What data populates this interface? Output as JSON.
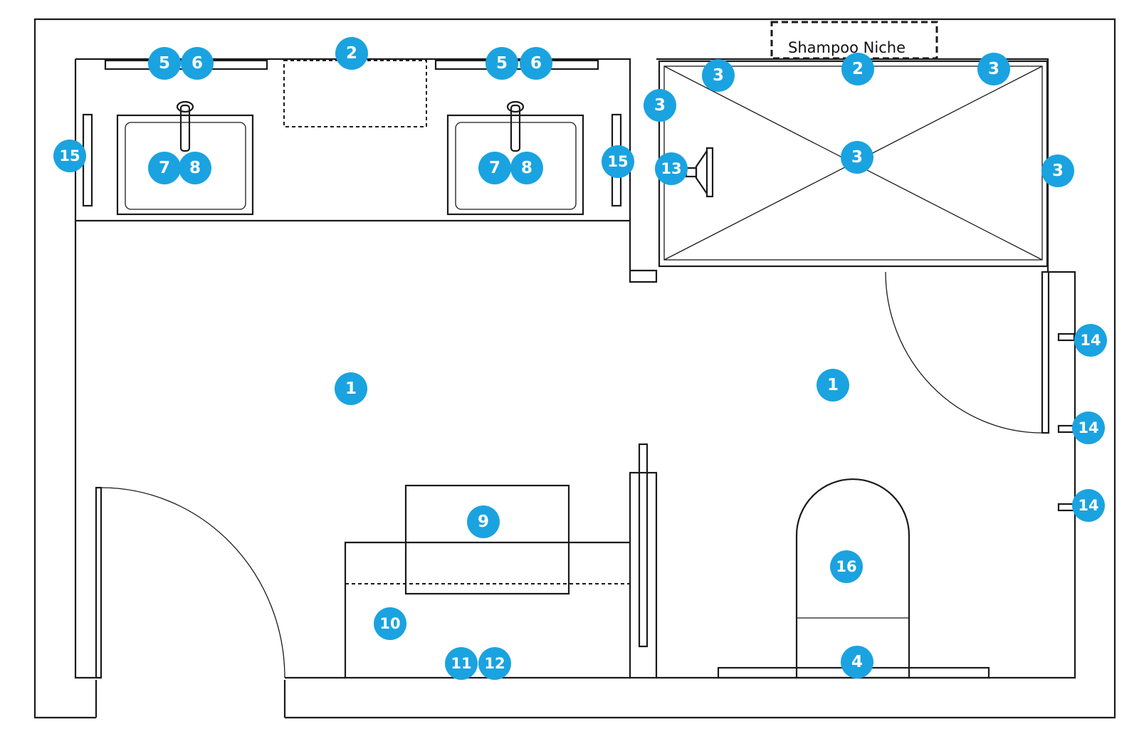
{
  "labels": {
    "shampoo_niche": "Shampoo Niche"
  },
  "colors": {
    "badge": "#1aa3e0",
    "badge_text": "#ffffff",
    "line": "#1a1a1a"
  },
  "callouts": [
    {
      "n": "1"
    },
    {
      "n": "1"
    },
    {
      "n": "2"
    },
    {
      "n": "2"
    },
    {
      "n": "3"
    },
    {
      "n": "3"
    },
    {
      "n": "3"
    },
    {
      "n": "3"
    },
    {
      "n": "3"
    },
    {
      "n": "4"
    },
    {
      "n": "5"
    },
    {
      "n": "6"
    },
    {
      "n": "5"
    },
    {
      "n": "6"
    },
    {
      "n": "7"
    },
    {
      "n": "8"
    },
    {
      "n": "7"
    },
    {
      "n": "8"
    },
    {
      "n": "9"
    },
    {
      "n": "10"
    },
    {
      "n": "11"
    },
    {
      "n": "12"
    },
    {
      "n": "13"
    },
    {
      "n": "14"
    },
    {
      "n": "14"
    },
    {
      "n": "14"
    },
    {
      "n": "15"
    },
    {
      "n": "15"
    },
    {
      "n": "16"
    }
  ]
}
